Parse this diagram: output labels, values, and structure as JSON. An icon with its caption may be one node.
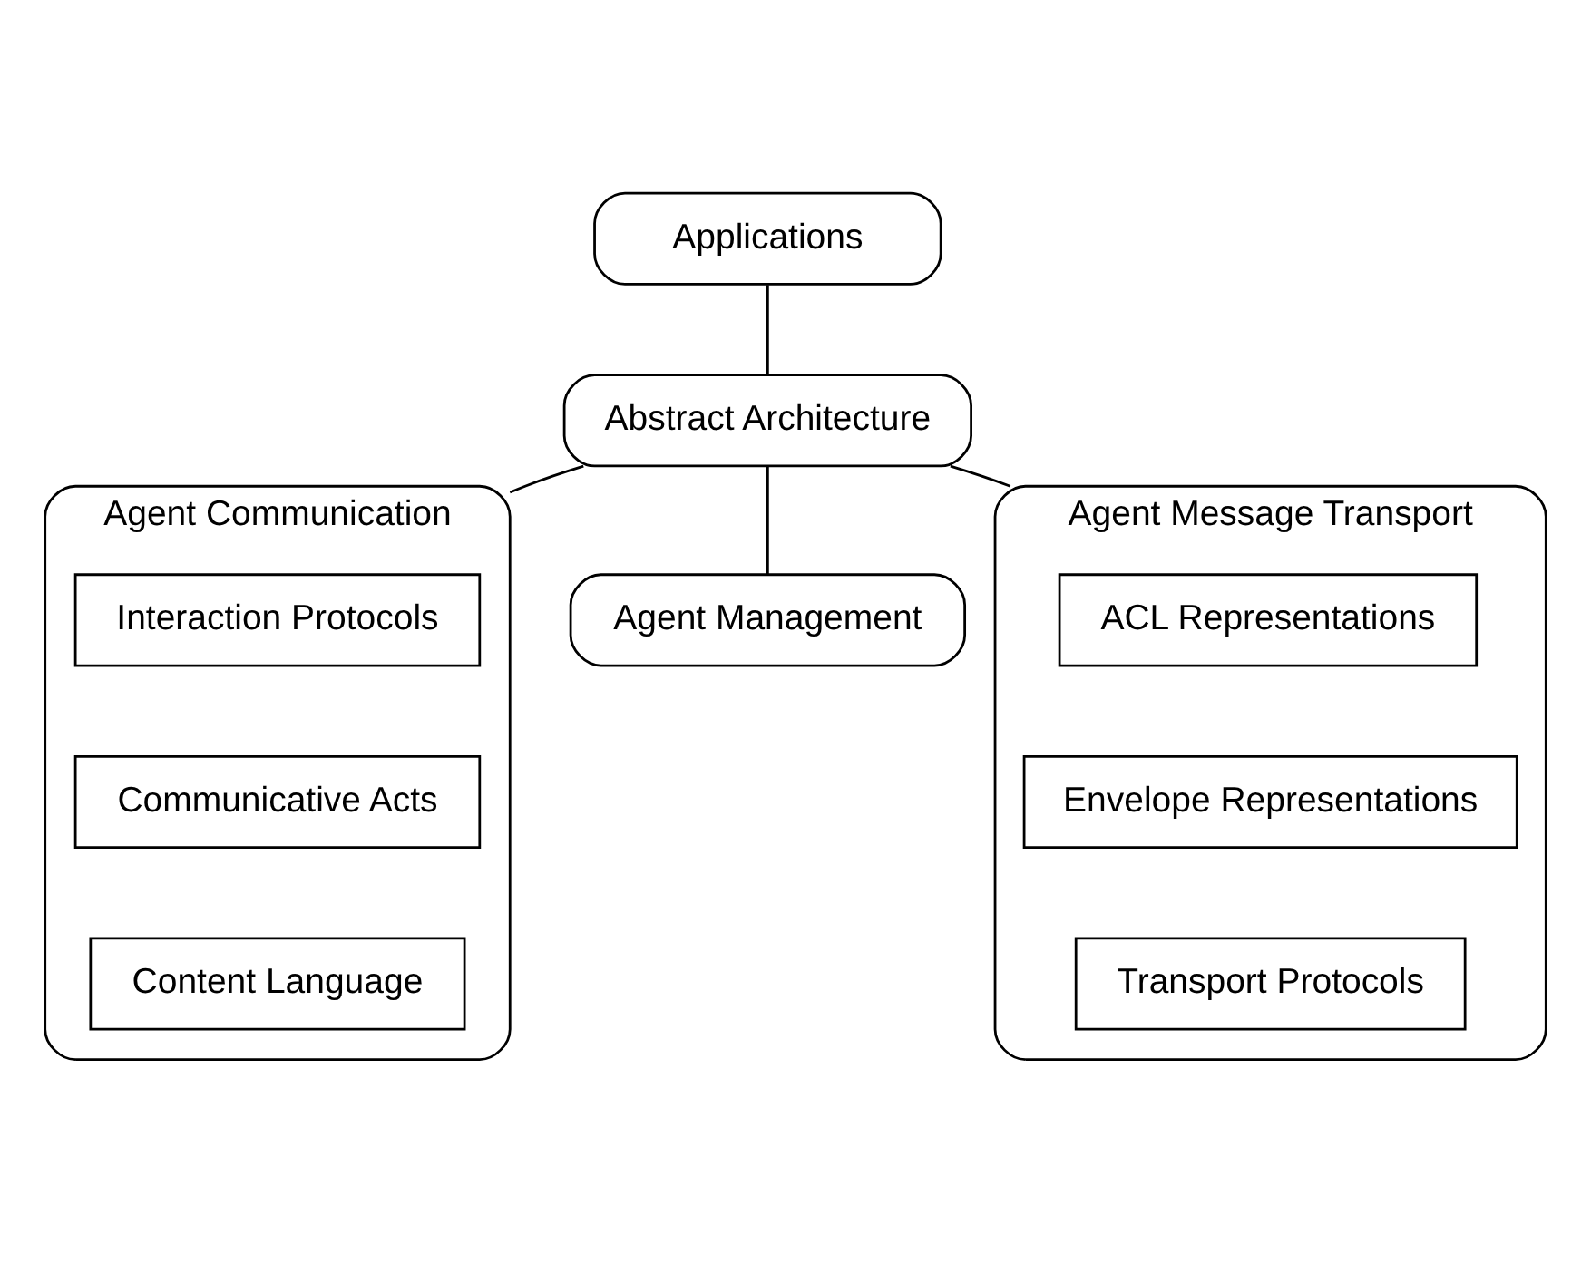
{
  "diagram": {
    "nodes": [
      {
        "text": [
          "Applications"
        ]
      },
      {
        "text": [
          "Abstract Architecture"
        ]
      },
      {
        "text": [
          "Agent Communication"
        ]
      },
      {
        "text": [
          "Interaction Protocols"
        ],
        "in": 2
      },
      {
        "text": [
          "Communicative Acts"
        ],
        "in": 2
      },
      {
        "text": [
          "Content Language"
        ],
        "in": 2
      },
      {
        "text": [
          "Agent Management"
        ]
      },
      {
        "text": [
          "Agent Message Transport"
        ]
      },
      {
        "text": [
          "ACL Representations"
        ],
        "in": 7
      },
      {
        "text": [
          "Envelope Representations"
        ],
        "in": 7
      },
      {
        "text": [
          "Transport Protocols"
        ],
        "in": 7
      }
    ],
    "edges": [
      {
        "from": 0,
        "to": 1,
        "arrow": "none"
      },
      {
        "from": 1,
        "to": 2,
        "arrow": "none"
      },
      {
        "from": 1,
        "to": 6,
        "arrow": "none"
      },
      {
        "from": 1,
        "to": 7,
        "arrow": "none"
      }
    ]
  }
}
